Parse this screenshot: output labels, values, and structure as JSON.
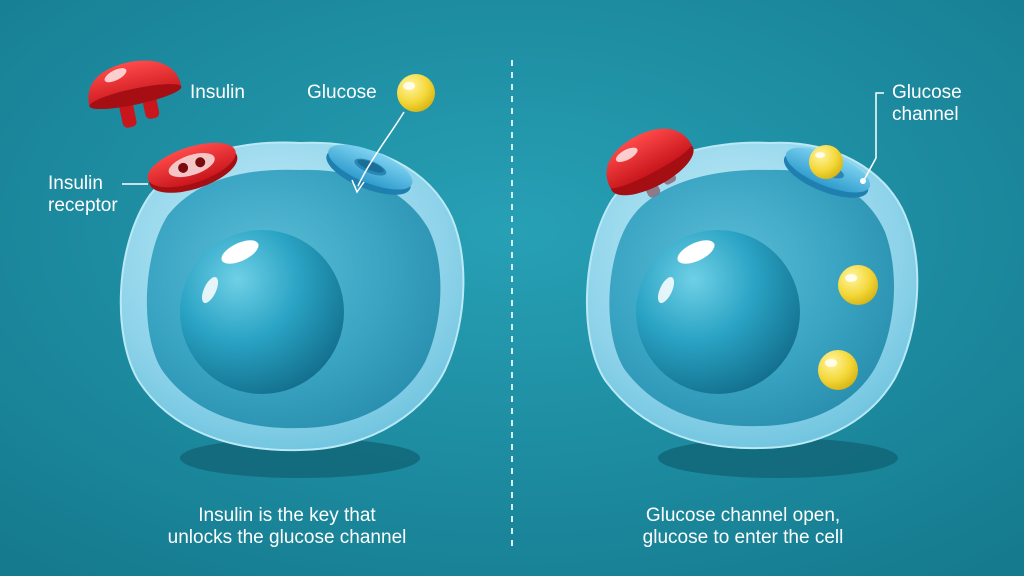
{
  "left_panel": {
    "labels": {
      "insulin": "Insulin",
      "glucose": "Glucose",
      "insulin_receptor": [
        "Insulin",
        "receptor"
      ]
    },
    "caption": [
      "Insulin is the key that",
      "unlocks the glucose channel"
    ]
  },
  "right_panel": {
    "labels": {
      "glucose_channel": [
        "Glucose",
        "channel"
      ]
    },
    "caption": [
      "Glucose channel open,",
      "glucose to enter the cell"
    ]
  },
  "colors": {
    "background": "#1f8ea3",
    "insulin": "#e0262b",
    "glucose": "#f4d83a",
    "channel": "#4fb8e6",
    "cell_membrane": "#9fdcef",
    "nucleus": "#2aa3c4"
  }
}
